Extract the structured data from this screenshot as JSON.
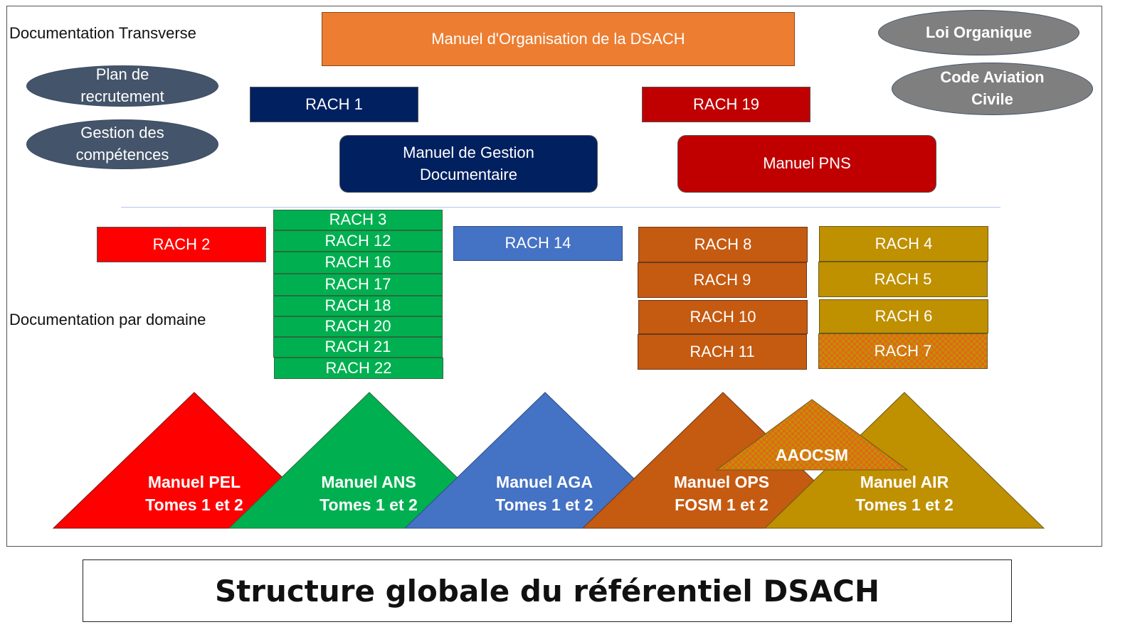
{
  "labels": {
    "transverse": "Documentation Transverse",
    "par_domaine": "Documentation par domaine"
  },
  "top": {
    "manuel_organisation": "Manuel d'Organisation de la DSACH",
    "loi_organique": "Loi Organique",
    "code_aviation": [
      "Code Aviation",
      "Civile"
    ],
    "plan_recrutement": [
      "Plan de",
      "recrutement"
    ],
    "gestion_competences": [
      "Gestion des",
      "compétences"
    ],
    "rach1": "RACH 1",
    "rach19": "RACH 19",
    "manuel_gestion_doc": [
      "Manuel de Gestion",
      "Documentaire"
    ],
    "manuel_pns": "Manuel PNS"
  },
  "domain": {
    "rach2": "RACH 2",
    "green_stack": [
      "RACH 3",
      "RACH 12",
      "RACH 16",
      "RACH 17",
      "RACH 18",
      "RACH 20",
      "RACH 21",
      "RACH 22"
    ],
    "rach14": "RACH 14",
    "orange_stack": [
      "RACH 8",
      "RACH 9",
      "RACH 10",
      "RACH 11"
    ],
    "gold_stack": [
      "RACH 4",
      "RACH 5",
      "RACH 6",
      "RACH 7"
    ]
  },
  "manuals": {
    "pel": [
      "Manuel PEL",
      "Tomes 1 et 2"
    ],
    "ans": [
      "Manuel ANS",
      "Tomes 1 et 2"
    ],
    "aga": [
      "Manuel AGA",
      "Tomes 1 et 2"
    ],
    "ops": [
      "Manuel OPS",
      "FOSM 1 et 2"
    ],
    "air": [
      "Manuel AIR",
      "Tomes 1 et 2"
    ],
    "aaocsm": "AAOCSM"
  },
  "colors": {
    "orange_light": "#ed7d31",
    "navy": "#002060",
    "dark_red": "#c00000",
    "red": "#ff0000",
    "slate": "#44546a",
    "gray": "#7f7f7f",
    "green": "#00b050",
    "blue": "#4472c4",
    "orange": "#c55a11",
    "gold": "#bf9000"
  },
  "footer": {
    "title": "Structure globale du référentiel DSACH"
  }
}
